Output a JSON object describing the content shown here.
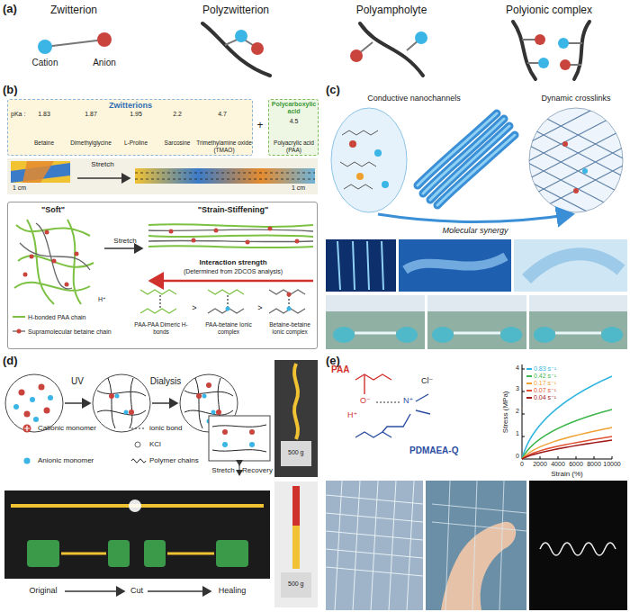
{
  "diagram": {
    "nodes": [
      {
        "text": [
          "Zwitterions",
          "pKa :",
          "1.83",
          "1.87",
          "1.95",
          "2.2",
          "4.7",
          "Betaine",
          "Dimethylglycine",
          "L-Proline",
          "Sarcosine",
          "Trimethylamine oxide (TMAO)"
        ]
      },
      {
        "text": [
          "Polycarboxylic acid",
          "4.5",
          "Polyacrylic acid (PAA)"
        ]
      },
      {
        "text": [
          "\"Soft\"",
          "\"Strain-Stiffening\"",
          "Stretch",
          "H-bonded PAA chain",
          "Supramolecular betaine chain",
          "Interaction strength",
          "(Determined from 2DCOS analysis)",
          "PAA-PAA Dimeric H-bonds",
          "PAA-betaine Ionic complex",
          "Betaine-betaine Ionic complex",
          ">",
          ">",
          "H⁺"
        ]
      }
    ],
    "labels": [
      "(a)",
      "Zwitterion",
      "Polyzwitterion",
      "Polyampholyte",
      "Polyionic complex",
      "Cation",
      "Anion",
      "(b)",
      "+",
      "Stretch",
      "1 cm",
      "1 cm",
      "(c)",
      "Conductive nanochannels",
      "Dynamic crosslinks",
      "Molecular synergy",
      "(d)",
      "UV",
      "Dialysis",
      "Cationic monomer",
      "ionic bond",
      "KCl",
      "Anionic monomer",
      "Polymer chains",
      "Stretch",
      "Recovery",
      "500 g",
      "500 g",
      "Original",
      "Cut",
      "Healing",
      "(e)",
      "PAA",
      "PDMAEA-Q",
      "Cl⁻",
      "O⁻",
      "H⁺",
      "N⁺",
      "Stress (MPa)",
      "Strain (%)",
      "0",
      "2000",
      "4000",
      "6000",
      "8000",
      "10000",
      "0",
      "1",
      "2",
      "3",
      "4"
    ],
    "legend": [
      {
        "text": "0.83 s⁻¹",
        "color": "#2fb5e0"
      },
      {
        "text": "0.42 s⁻¹",
        "color": "#3bb54a"
      },
      {
        "text": "0.17 s⁻¹",
        "color": "#f0a030"
      },
      {
        "text": "0.07 s⁻¹",
        "color": "#e05030"
      },
      {
        "text": "0.04 s⁻¹",
        "color": "#a01818"
      }
    ]
  }
}
